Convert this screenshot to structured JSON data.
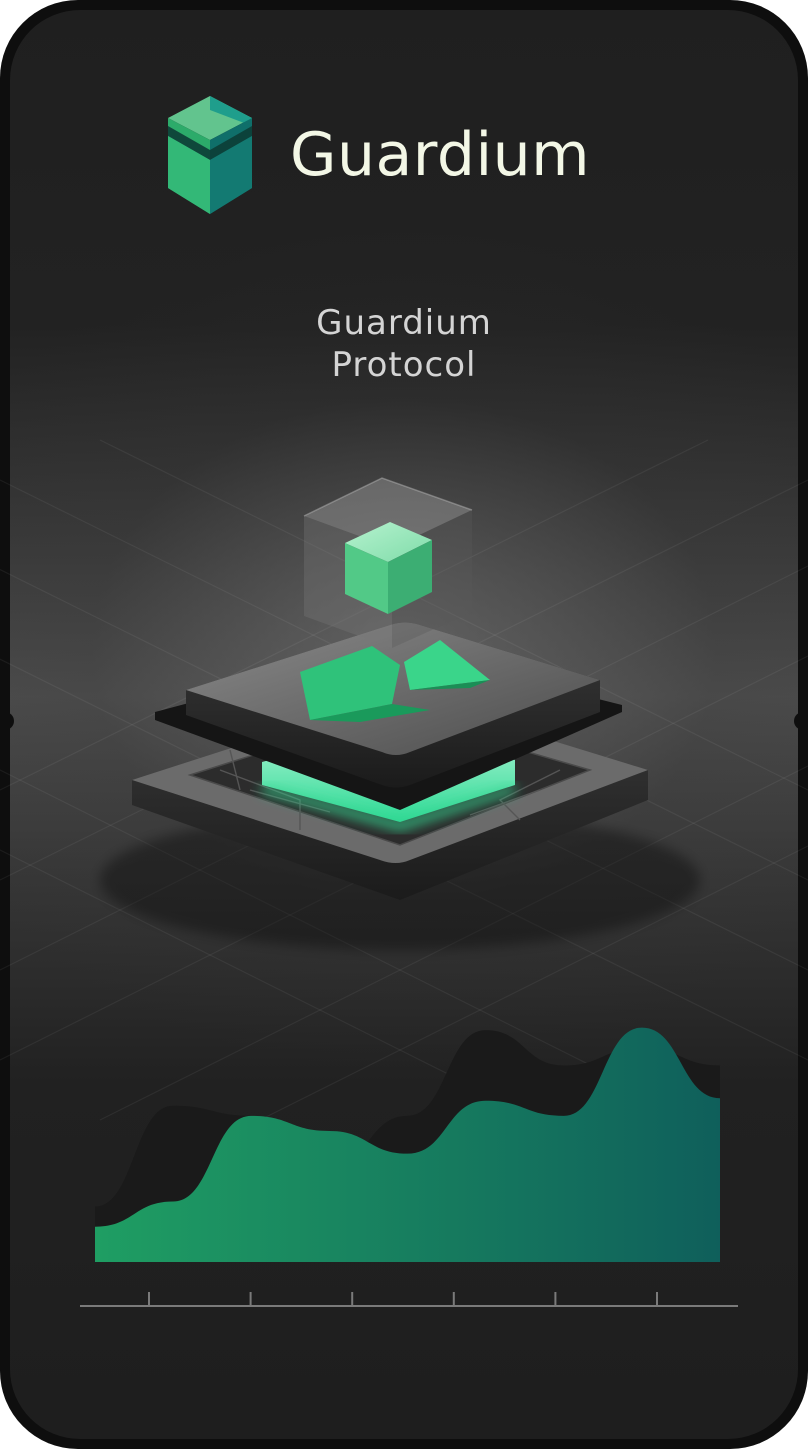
{
  "brand": {
    "name": "Guardium"
  },
  "hero": {
    "subtitle_line1": "Guardium",
    "subtitle_line2": "Protocol"
  },
  "colors": {
    "background": "#1e1e1e",
    "brand_text": "#f3f7e6",
    "accent_green": "#1f9e63",
    "accent_teal": "#0f5f5b",
    "mountain_dark": "#1a1a1a",
    "axis": "#7a7a7a"
  },
  "icons": {
    "brand_logo": "cube-shield-icon",
    "illustration": "isometric-chip-cube-illustration"
  },
  "chart_data": {
    "type": "area",
    "title": "",
    "xlabel": "",
    "ylabel": "",
    "x_ticks": 6,
    "series": [
      {
        "role": "background",
        "values": [
          0.22,
          0.62,
          0.58,
          0.38,
          0.58,
          0.92,
          0.78,
          0.85,
          0.78
        ]
      },
      {
        "role": "foreground",
        "values": [
          0.14,
          0.24,
          0.58,
          0.52,
          0.43,
          0.64,
          0.58,
          0.93,
          0.65
        ]
      }
    ]
  }
}
